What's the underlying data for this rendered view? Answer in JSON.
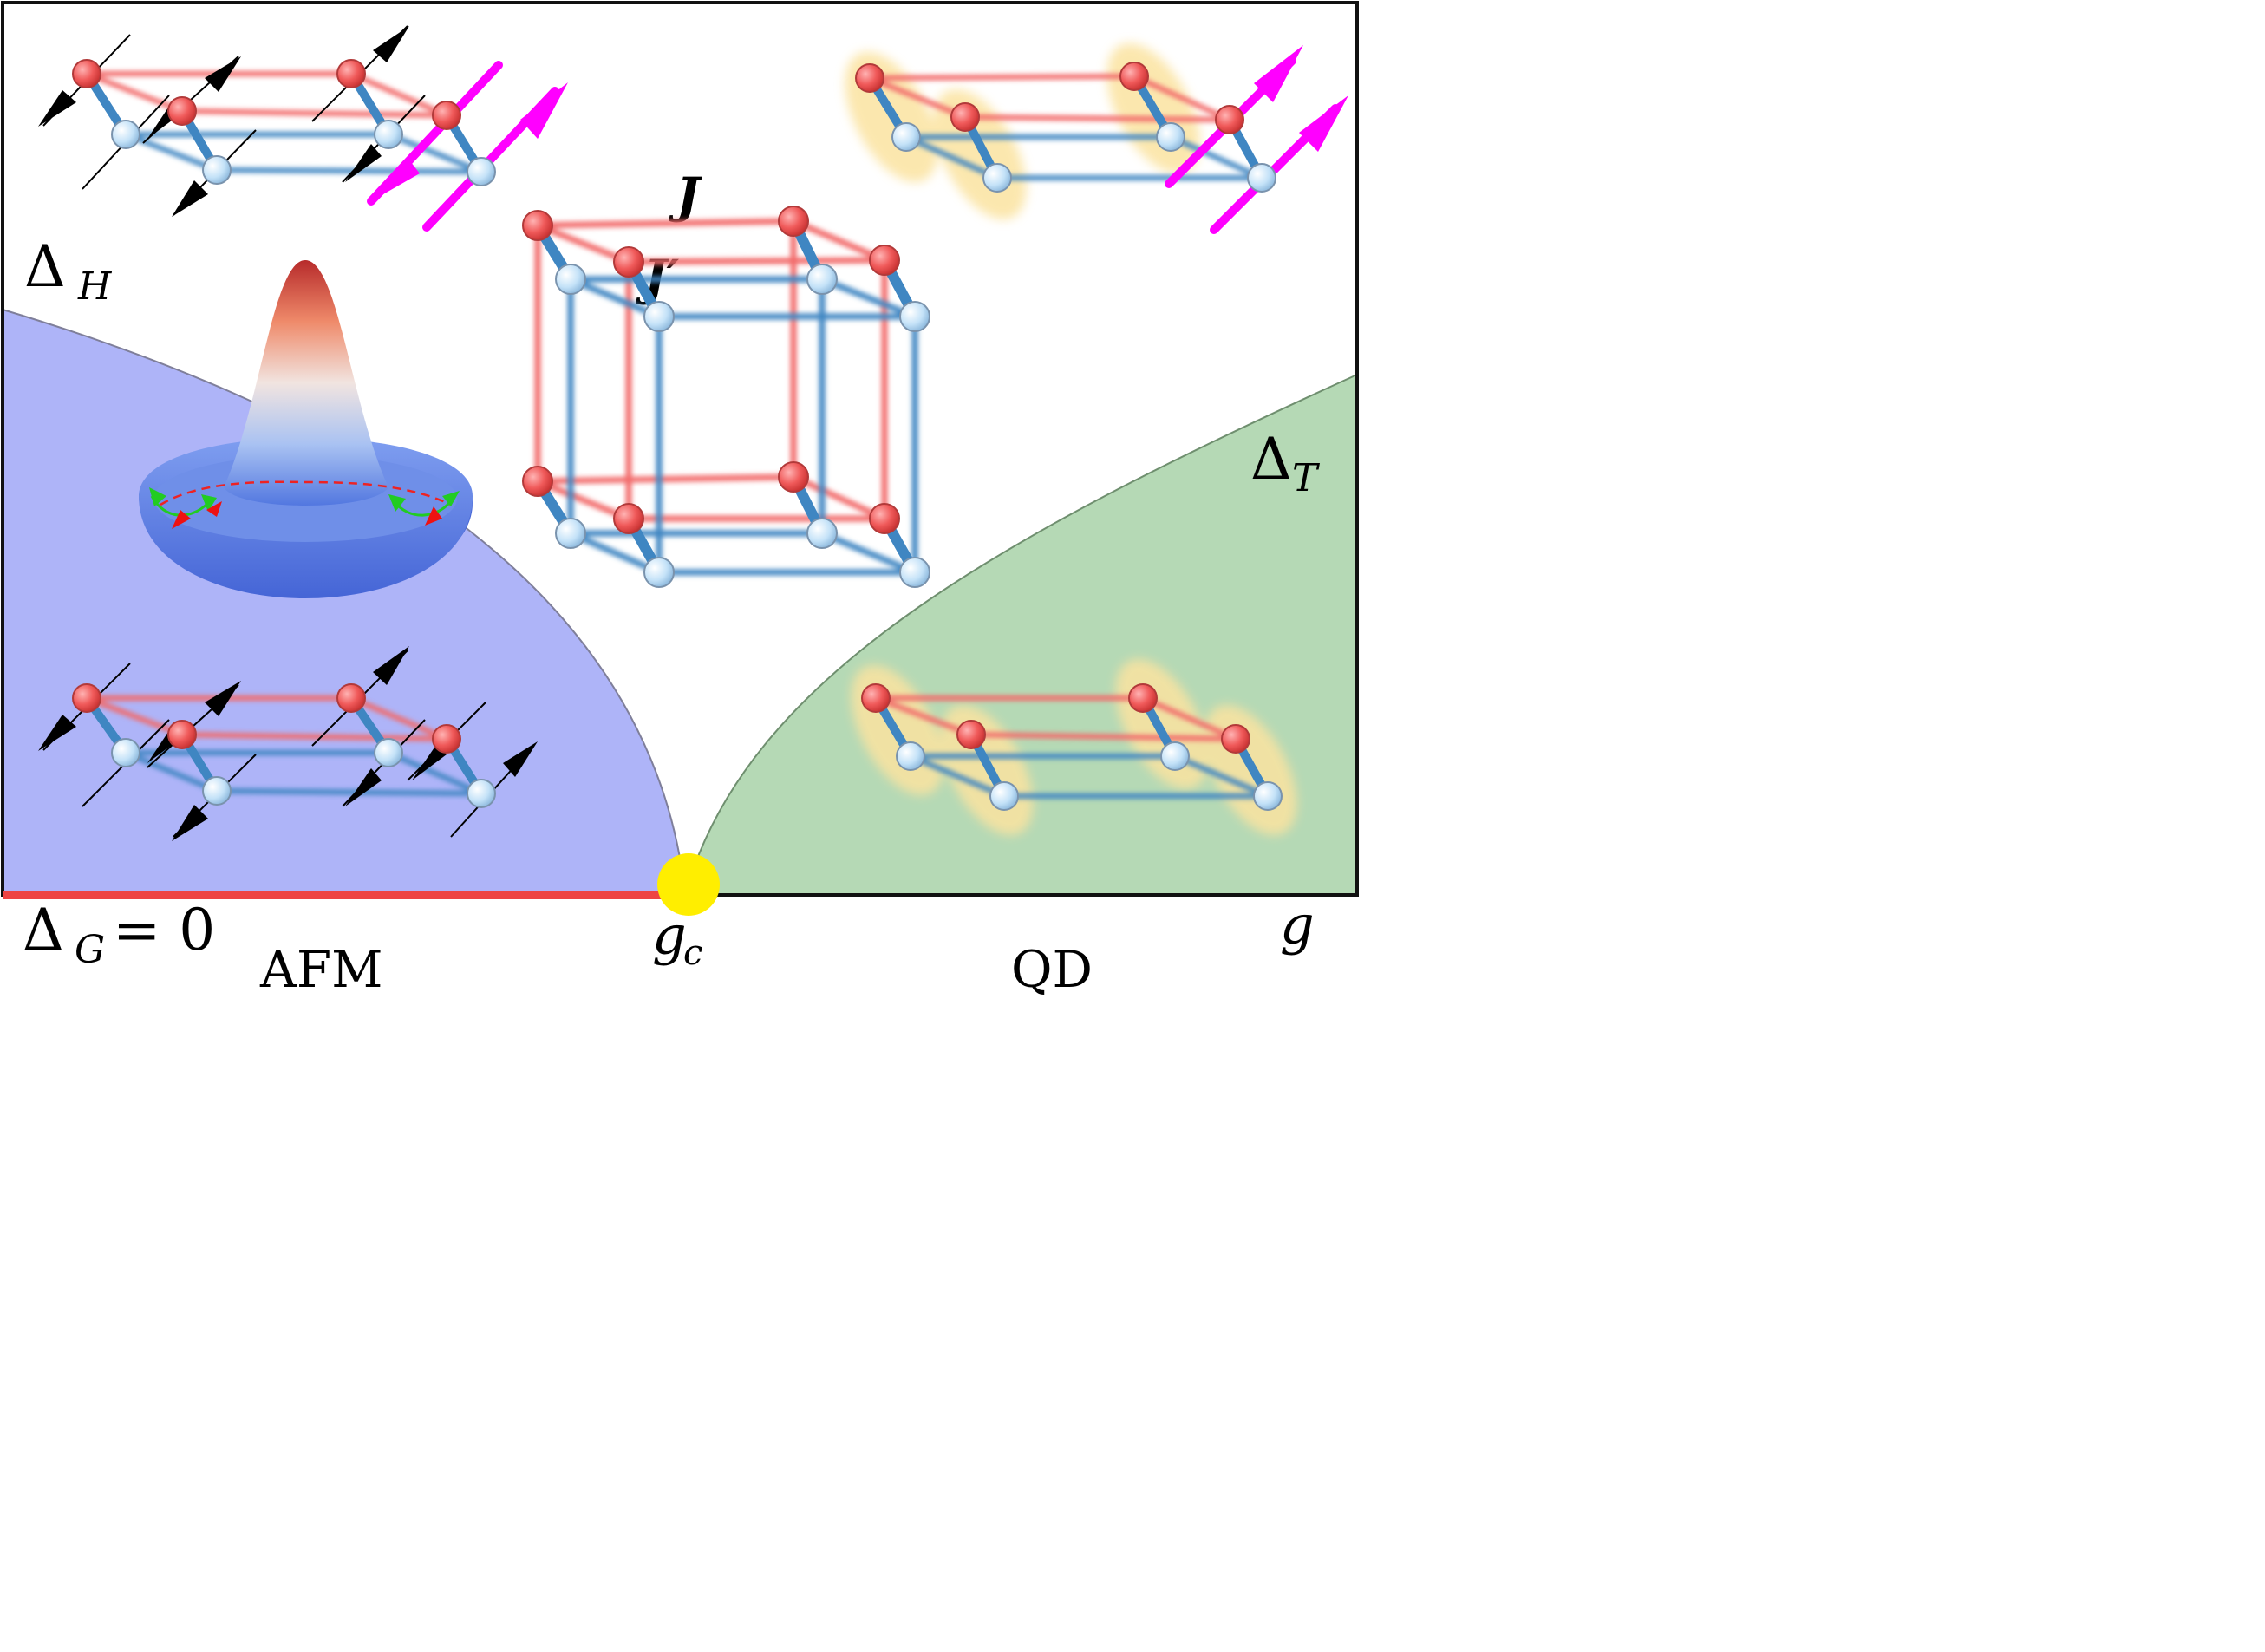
{
  "labels": {
    "delta_h": {
      "main": "Δ",
      "sub": "H"
    },
    "delta_t": {
      "main": "Δ",
      "sub": "T"
    },
    "delta_g": {
      "main": "Δ",
      "sub": "G",
      "rest": "= 0"
    },
    "afm": "AFM",
    "qd": "QD",
    "g": "g",
    "gc": {
      "main": "g",
      "sub": "c"
    },
    "coupling_j": "J",
    "coupling_jprime": "J′"
  },
  "colors": {
    "afm_region": "#aeb4f8",
    "qd_region": "#b5d9b5",
    "gapless_line": "#ee4444",
    "critical_point": "#ffee00",
    "site_red": "#f06060",
    "site_blue": "#bfe0f7",
    "bond_red": "#f26a6a",
    "bond_blue": "#3f86c2",
    "spin_black": "#000000",
    "spin_magenta": "#ff00ff",
    "dimer_halo": "#fbe3a0"
  },
  "icons": {
    "mexican_hat": "mexican-hat-potential-icon",
    "spin_arrow": "spin-arrow-icon",
    "dimer": "singlet-dimer-icon"
  }
}
